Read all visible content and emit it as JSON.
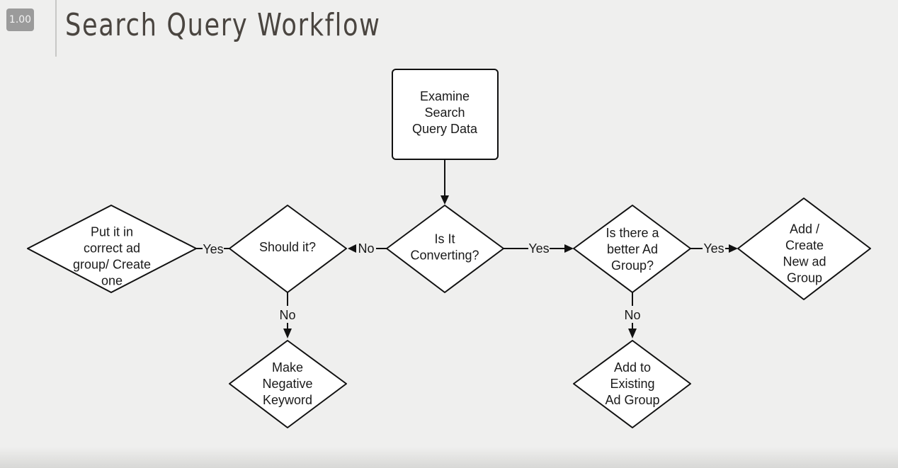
{
  "player": {
    "speed": "1.00"
  },
  "slide": {
    "title": "Search Query Workflow"
  },
  "nodes": {
    "examine": [
      "Examine",
      "Search",
      "Query Data"
    ],
    "converting": [
      "Is It",
      "Converting?"
    ],
    "should": [
      "Should it?"
    ],
    "put": [
      "Put it in",
      "correct ad",
      "group/ Create",
      "one"
    ],
    "negative": [
      "Make",
      "Negative",
      "Keyword"
    ],
    "better": [
      "Is there a",
      "better Ad",
      "Group?"
    ],
    "addnew": [
      "Add /",
      "Create",
      "New ad",
      "Group"
    ],
    "existing": [
      "Add to",
      "Existing",
      "Ad Group"
    ]
  },
  "edges": {
    "converting_no": "No",
    "converting_yes": "Yes",
    "should_yes": "Yes",
    "should_no": "No",
    "better_yes": "Yes",
    "better_no": "No"
  }
}
